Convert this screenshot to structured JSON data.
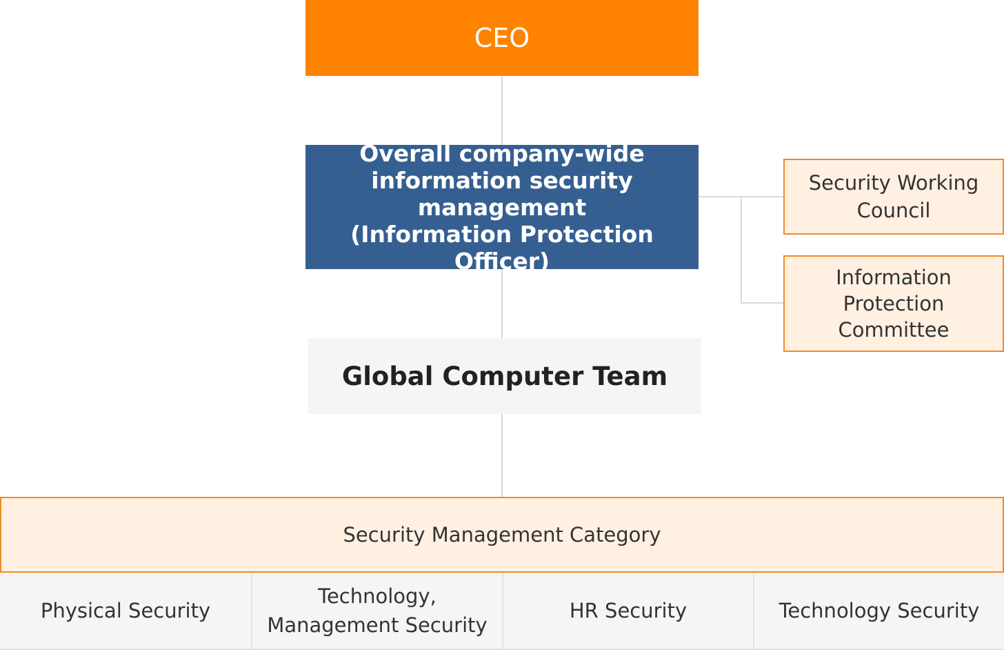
{
  "ceo": {
    "label": "CEO"
  },
  "officer": {
    "lines": [
      "Overall company-wide",
      "information security",
      "management",
      "(Information Protection Officer)"
    ]
  },
  "team": {
    "label": "Global Computer Team"
  },
  "side": {
    "council_lines": [
      "Security Working",
      "Council"
    ],
    "committee_lines": [
      "Information",
      "Protection",
      "Committee"
    ]
  },
  "category": {
    "label": "Security Management Category"
  },
  "cells": [
    {
      "lines": [
        "Physical Security"
      ]
    },
    {
      "lines": [
        "Technology,",
        "Management Security"
      ]
    },
    {
      "lines": [
        "HR Security"
      ]
    },
    {
      "lines": [
        "Technology Security"
      ]
    }
  ],
  "colors": {
    "ceo_fill": "#ff8200",
    "officer_fill": "#365f91",
    "team_fill": "#f5f5f5",
    "side_fill": "#fff0e2",
    "side_border": "#ef8a22",
    "connector": "#d9d9d9"
  }
}
